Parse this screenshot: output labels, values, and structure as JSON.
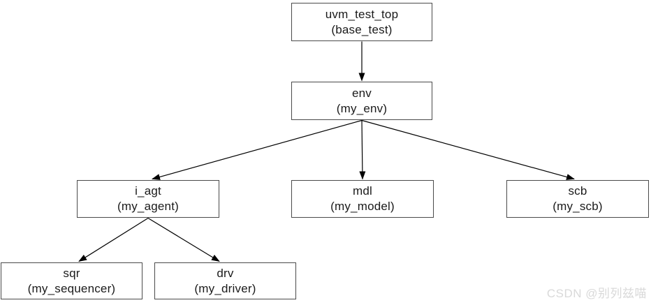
{
  "diagram": {
    "nodes": {
      "uvm_test_top": {
        "line1": "uvm_test_top",
        "line2": "(base_test)"
      },
      "env": {
        "line1": "env",
        "line2": "(my_env)"
      },
      "i_agt": {
        "line1": "i_agt",
        "line2": "(my_agent)"
      },
      "mdl": {
        "line1": "mdl",
        "line2": "(my_model)"
      },
      "scb": {
        "line1": "scb",
        "line2": "(my_scb)"
      },
      "sqr": {
        "line1": "sqr",
        "line2": "(my_sequencer)"
      },
      "drv": {
        "line1": "drv",
        "line2": "(my_driver)"
      }
    },
    "edges": [
      {
        "from": "uvm_test_top",
        "to": "env"
      },
      {
        "from": "env",
        "to": "i_agt"
      },
      {
        "from": "env",
        "to": "mdl"
      },
      {
        "from": "env",
        "to": "scb"
      },
      {
        "from": "i_agt",
        "to": "sqr"
      },
      {
        "from": "i_agt",
        "to": "drv"
      }
    ],
    "colors": {
      "background": "#ffffff",
      "node_border": "#4a4a4a",
      "node_fill": "#ffffff",
      "text": "#1a1a1a",
      "arrow": "#000000",
      "watermark": "#d9d9d9"
    }
  },
  "watermark": {
    "text": "CSDN @别列兹喵"
  }
}
